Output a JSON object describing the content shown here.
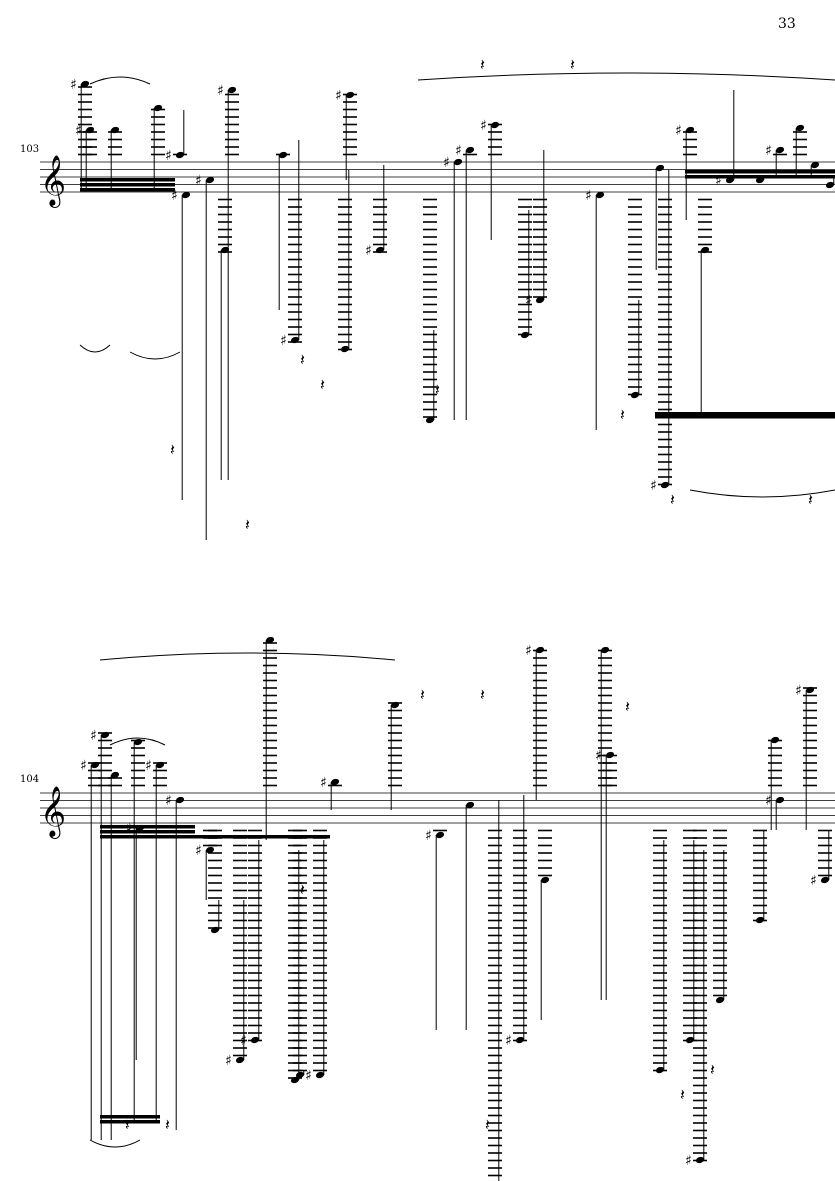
{
  "page": {
    "number": "33"
  },
  "systems": [
    {
      "measure_number": "103"
    },
    {
      "measure_number": "104"
    }
  ]
}
